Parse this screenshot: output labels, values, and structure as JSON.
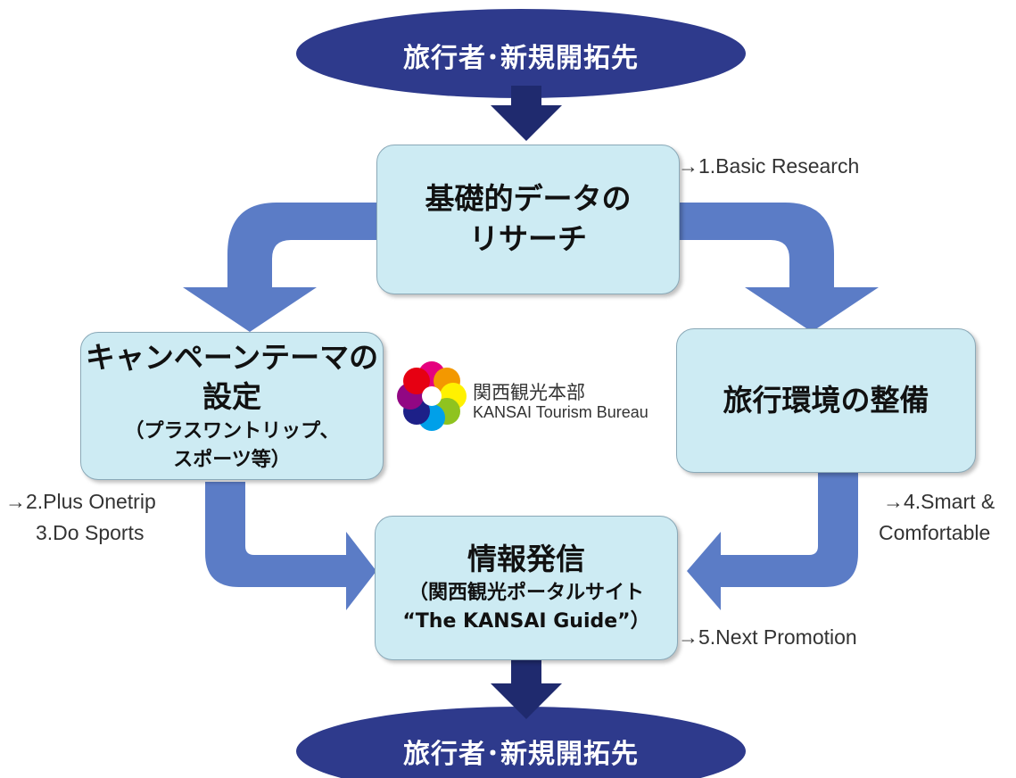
{
  "top_node": {
    "label": "旅行者･新規開拓先"
  },
  "bottom_node": {
    "label": "旅行者･新規開拓先"
  },
  "research_box": {
    "line1": "基礎的データの",
    "line2": "リサーチ"
  },
  "campaign_box": {
    "line1": "キャンペーンテーマの",
    "line2": "設定",
    "line3": "（プラスワントリップ、",
    "line4": "スポーツ等）"
  },
  "environment_box": {
    "line1": "旅行環境の整備"
  },
  "info_box": {
    "line1": "情報発信",
    "line2": "（関西観光ポータルサイト",
    "line3": "“The KANSAI Guide”）"
  },
  "notes": {
    "basic_research": "→1.Basic Research",
    "plus_onetrip": "→2.Plus Onetrip",
    "do_sports": "3.Do Sports",
    "smart": "→4.Smart &",
    "comfortable": "Comfortable",
    "next_promotion": "→5.Next Promotion"
  },
  "logo": {
    "name": "関西観光本部",
    "subtitle": "KANSAI Tourism Bureau"
  },
  "colors": {
    "node_navy": "#2e3a8c",
    "down_arrow": "#1f2a6e",
    "flow_arrow": "#5b7cc6",
    "box_fill": "#cdebf3",
    "logo_petals": [
      "#e5007e",
      "#f39800",
      "#fff100",
      "#8fc31f",
      "#00a0e9",
      "#1d2088",
      "#920783",
      "#e60012"
    ]
  }
}
